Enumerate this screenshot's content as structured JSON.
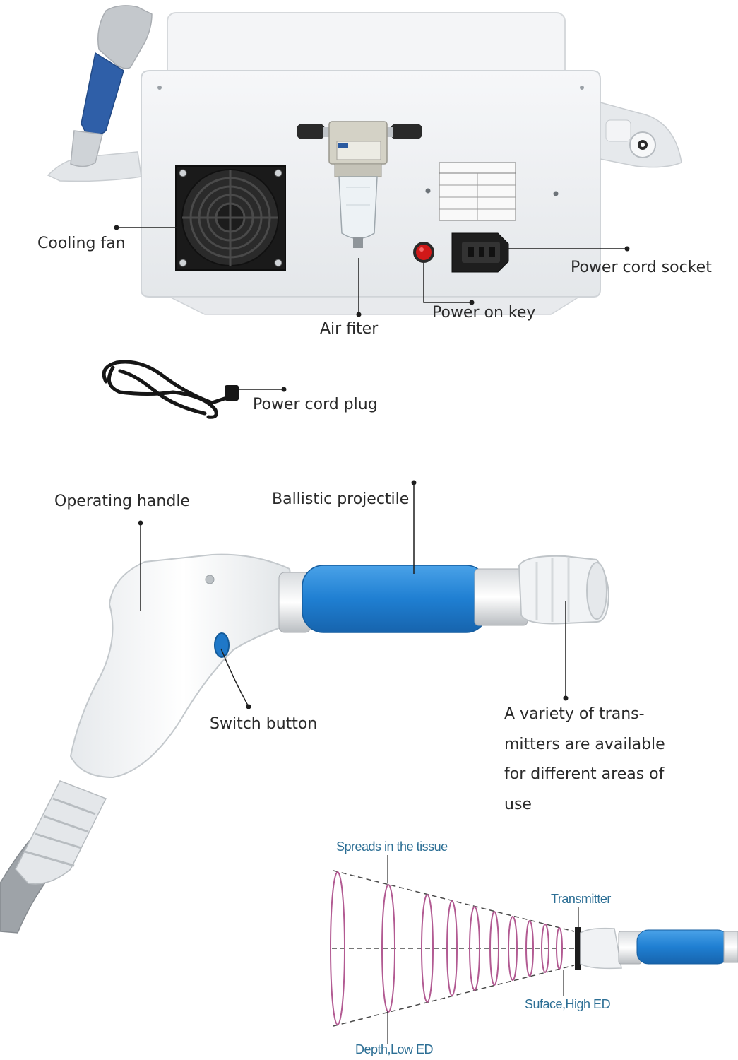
{
  "labels": {
    "cooling_fan": "Cooling fan",
    "air_filter": "Air fiter",
    "power_on_key": "Power on key",
    "power_cord_socket": "Power cord socket",
    "power_cord_plug": "Power cord plug",
    "operating_handle": "Operating handle",
    "ballistic_projectile": "Ballistic projectile",
    "switch_button": "Switch button",
    "transmitters_note": [
      "A variety of trans-",
      "mitters are available",
      "for different areas of",
      "use"
    ]
  },
  "wave_diagram": {
    "spreads": "Spreads in the tissue",
    "transmitter": "Transmitter",
    "surface": "Suface,High ED",
    "depth": "Depth,Low ED"
  },
  "colors": {
    "handle_blue": "#1f78c8",
    "grip_blue": "#2f7fc0",
    "power_key_red": "#d01818",
    "wave_pink": "#b25a92",
    "annotation_blue": "#2d6f95",
    "body_white": "#f2f4f6"
  },
  "icons": [
    "fan-grille-icon",
    "power-socket-icon",
    "power-key-icon"
  ]
}
